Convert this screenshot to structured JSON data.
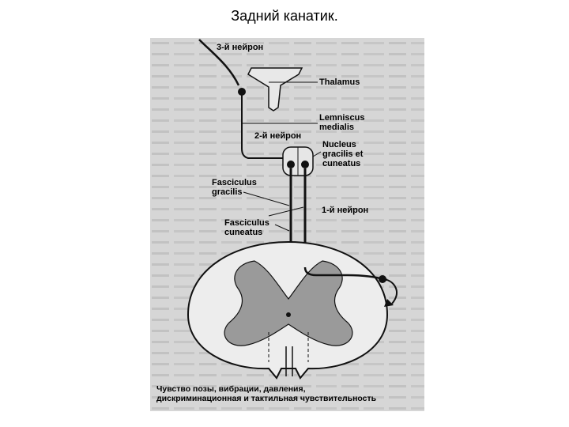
{
  "title": "Задний канатик.",
  "labels": {
    "neuron3": "3-й нейрон",
    "thalamus": "Thalamus",
    "lemniscus_line1": "Lemniscus",
    "lemniscus_line2": "medialis",
    "neuron2": "2-й нейрон",
    "nucleus_line1": "Nucleus",
    "nucleus_line2": "gracilis et",
    "nucleus_line3": "cuneatus",
    "gracilis_line1": "Fasciculus",
    "gracilis_line2": "gracilis",
    "neuron1": "1-й нейрон",
    "cuneatus_line1": "Fasciculus",
    "cuneatus_line2": "cuneatus"
  },
  "caption": {
    "line1": "Чувство позы, вибрации, давления,",
    "line2": "дискриминационная и тактильная чувствительность"
  },
  "colors": {
    "figure_background": "#d6d6d6",
    "line": "#111111",
    "gray_matter": "#9a9a9a"
  }
}
